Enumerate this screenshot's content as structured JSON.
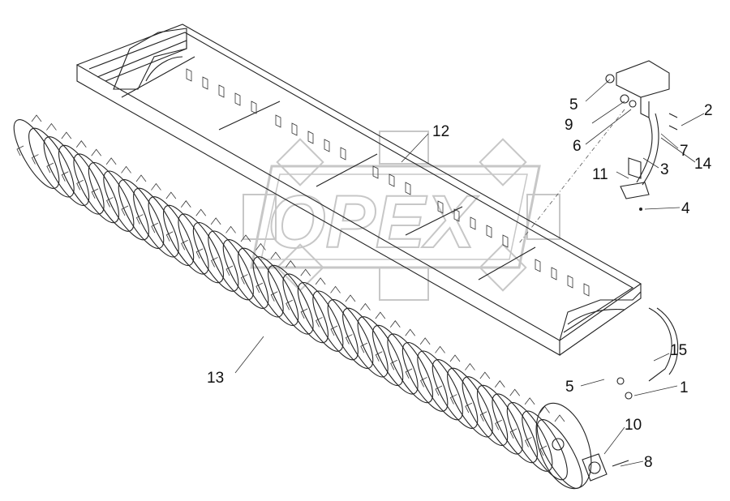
{
  "watermark": {
    "text": "OPEX",
    "color": "#9a9a9a"
  },
  "callouts": [
    {
      "id": "c12",
      "label": "12"
    },
    {
      "id": "c5a",
      "label": "5"
    },
    {
      "id": "c9",
      "label": "9"
    },
    {
      "id": "c6",
      "label": "6"
    },
    {
      "id": "c2",
      "label": "2"
    },
    {
      "id": "c7",
      "label": "7"
    },
    {
      "id": "c14",
      "label": "14"
    },
    {
      "id": "c3",
      "label": "3"
    },
    {
      "id": "c11",
      "label": "11"
    },
    {
      "id": "c4",
      "label": "4"
    },
    {
      "id": "c15",
      "label": "15"
    },
    {
      "id": "c13",
      "label": "13"
    },
    {
      "id": "c5b",
      "label": "5"
    },
    {
      "id": "c1",
      "label": "1"
    },
    {
      "id": "c10",
      "label": "10"
    },
    {
      "id": "c8",
      "label": "8"
    }
  ],
  "colors": {
    "ink": "#222222",
    "background": "#ffffff"
  }
}
